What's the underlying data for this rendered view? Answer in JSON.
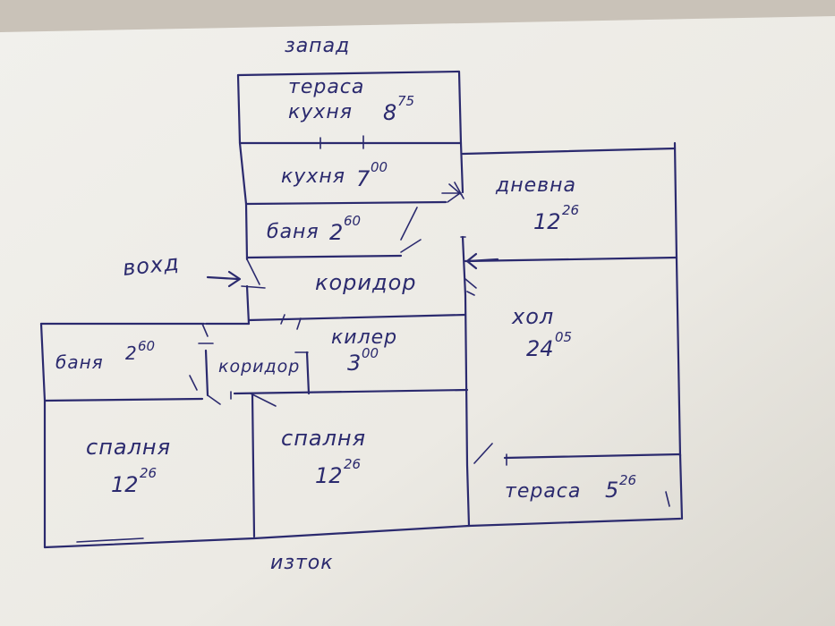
{
  "compass": {
    "top": "запад",
    "bottom": "изток"
  },
  "entrance": "вохд",
  "rooms": [
    {
      "id": "terrace-kitchen",
      "line1": "тераса",
      "line2": "кухня",
      "area_main": "8",
      "area_sup": "75"
    },
    {
      "id": "kitchen",
      "name": "кухня",
      "area_main": "7",
      "area_sup": "00"
    },
    {
      "id": "bath-top",
      "name": "баня",
      "area_main": "2",
      "area_sup": "60"
    },
    {
      "id": "living",
      "name": "дневна",
      "area_main": "12",
      "area_sup": "26"
    },
    {
      "id": "corridor-main",
      "name": "коридор"
    },
    {
      "id": "hall",
      "name": "хол",
      "area_main": "24",
      "area_sup": "05"
    },
    {
      "id": "bath-left",
      "name": "баня",
      "area_main": "2",
      "area_sup": "60"
    },
    {
      "id": "corridor-small",
      "name": "коридор"
    },
    {
      "id": "cellar",
      "name": "килер",
      "area_main": "3",
      "area_sup": "00"
    },
    {
      "id": "bedroom-left",
      "name": "спалня",
      "area_main": "12",
      "area_sup": "26"
    },
    {
      "id": "bedroom-right",
      "name": "спалня",
      "area_main": "12",
      "area_sup": "26"
    },
    {
      "id": "terrace-east",
      "name": "тераса",
      "area_main": "5",
      "area_sup": "26"
    }
  ],
  "colors": {
    "ink": "#2b2a6e",
    "paper": "#f3f2ee",
    "background": "#c9c2b8"
  }
}
